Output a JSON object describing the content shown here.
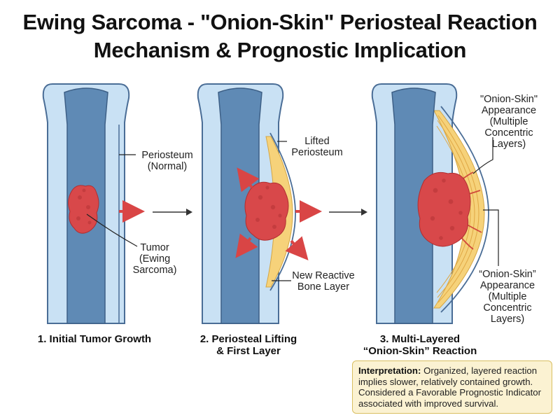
{
  "title": {
    "line1": "Ewing Sarcoma - \"Onion-Skin\" Periosteal Reaction",
    "line2": "Mechanism & Prognostic Implication"
  },
  "labels": {
    "periosteum_normal": [
      "Periosteum",
      "(Normal)"
    ],
    "tumor": [
      "Tumor",
      "(Ewing",
      "Sarcoma)"
    ],
    "lifted_periosteum": [
      "Lifted",
      "Periosteum"
    ],
    "new_bone_layer": [
      "New Reactive",
      "Bone Layer"
    ],
    "onion_top": [
      "\"Onion-Skin\"",
      "Appearance",
      "(Multiple",
      "Concentric",
      "Layers)"
    ],
    "onion_bottom": [
      "“Onion-Skin”",
      "Appearance",
      "(Multiple",
      "Concentric",
      "Layers)"
    ]
  },
  "stages": [
    {
      "label": [
        "1. Initial Tumor Growth"
      ]
    },
    {
      "label": [
        "2. Periosteal Lifting",
        "& First Layer"
      ]
    },
    {
      "label": [
        "3. Multi-Layered",
        "“Onion-Skin” Reaction"
      ]
    }
  ],
  "interpretation": {
    "heading": "Interpretation:",
    "text": "Organized, layered reaction implies slower, relatively contained growth. Considered a Favorable Prognostic Indicator associated with improved survival."
  },
  "colors": {
    "bone_outer": "#c9e1f4",
    "bone_stroke": "#4a6d96",
    "marrow": "#5f8ab5",
    "tumor": "#d8484a",
    "reactive_bone": "#f6d27a",
    "arrow_red": "#d94545"
  }
}
